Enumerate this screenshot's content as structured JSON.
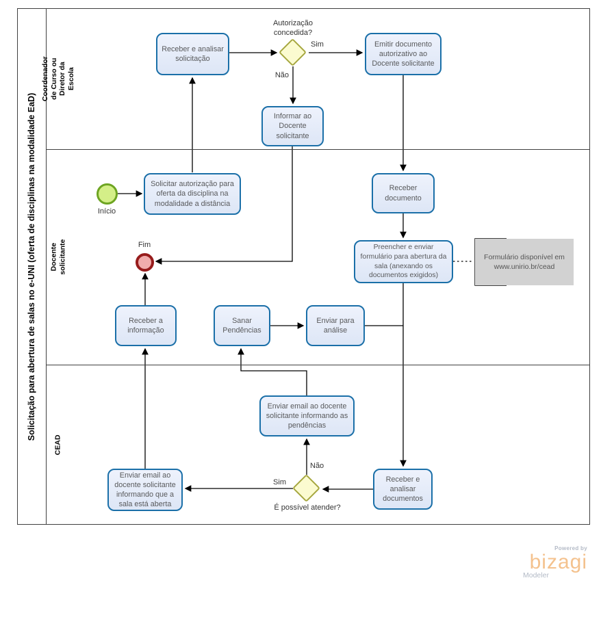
{
  "pool": {
    "title": "Solicitação para abertura de salas no e-UNI (oferta de disciplinas na modalidade EaD)",
    "lanes": [
      {
        "label": "Coordenador de Curso ou Diretor da Escola"
      },
      {
        "label": "Docente  solicitante"
      },
      {
        "label": "CEAD"
      }
    ]
  },
  "events": {
    "start": {
      "label": "Início"
    },
    "end": {
      "label": "Fim"
    }
  },
  "tasks": {
    "receber_analisar_solicitacao": "Receber  e analisar solicitação",
    "emitir_documento": "Emitir documento autorizativo ao Docente solicitante",
    "informar_docente": "Informar ao Docente solicitante",
    "solicitar_autorizacao": "Solicitar autorização para oferta da disciplina na modalidade a distância",
    "receber_documento": "Receber documento",
    "preencher_enviar_formulario": "Preencher e enviar formulário para abertura da sala (anexando os documentos exigidos)",
    "receber_informacao": "Receber a informação",
    "sanar_pendencias": "Sanar Pendências",
    "enviar_para_analise": "Enviar para análise",
    "enviar_email_pendencias": "Enviar email ao docente solicitante informando as pendências",
    "enviar_email_sala_aberta": "Enviar email ao docente solicitante informando que a sala está aberta",
    "receber_analisar_documentos": "Receber e analisar documentos"
  },
  "gateways": {
    "autorizacao": {
      "question": "Autorização concedida?",
      "yes": "Sim",
      "no": "Não"
    },
    "atender": {
      "question": "É possível atender?",
      "yes": "Sim",
      "no": "Não"
    }
  },
  "annotation": {
    "text": "Formulário disponível em www.unirio.br/cead"
  },
  "branding": {
    "powered_by": "Powered by",
    "name": "bizagi",
    "product": "Modeler"
  },
  "colors": {
    "task_border": "#1a6fa8",
    "task_fill_top": "#eef2fc",
    "task_fill_bottom": "#dde6f6",
    "gateway_border": "#a6a73f",
    "gateway_fill": "#fbfbd0",
    "start_border": "#6ea522",
    "start_fill": "#d4ef88",
    "end_border": "#971c1c",
    "end_fill": "#f0acac",
    "annotation_fill": "#d2d2d2",
    "line": "#000000",
    "frame": "#3f3f3f",
    "task_text": "#58595b",
    "bizagi_orange": "#f4c28e",
    "bizagi_gray": "#b3bac6"
  }
}
